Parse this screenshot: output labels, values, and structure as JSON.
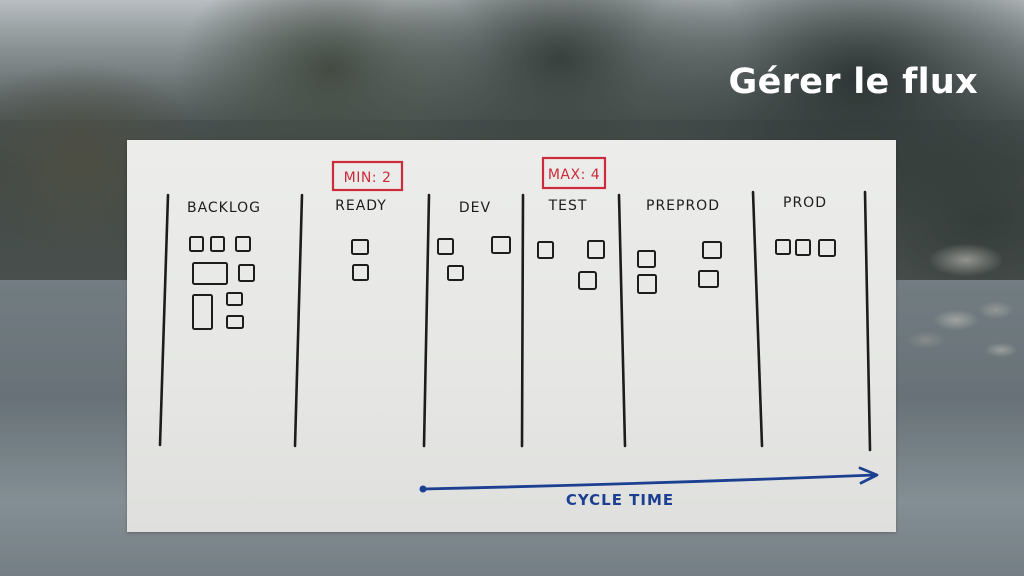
{
  "slide": {
    "title": "Gérer le flux"
  },
  "board": {
    "ink_color": "#1d1d1d",
    "limit_color": "#cc2b3b",
    "cycle_color": "#1c3f91",
    "columns": [
      {
        "key": "backlog",
        "label": "BACKLOG"
      },
      {
        "key": "ready",
        "label": "READY",
        "limit": "MIN: 2"
      },
      {
        "key": "dev",
        "label": "DEV",
        "limit": "MAX: 4"
      },
      {
        "key": "test",
        "label": "TEST"
      },
      {
        "key": "preprod",
        "label": "PREPROD"
      },
      {
        "key": "prod",
        "label": "PROD"
      }
    ],
    "cycle_time_label": "CYCLE TIME"
  }
}
